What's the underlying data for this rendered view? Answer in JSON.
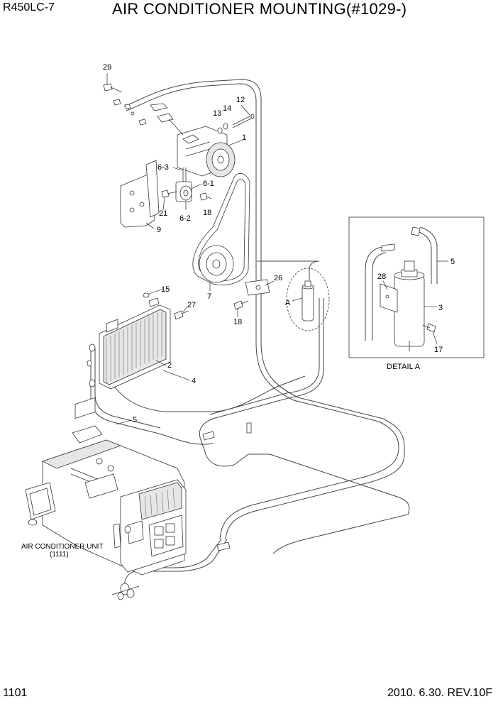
{
  "header": {
    "model": "R450LC-7",
    "title": "AIR CONDITIONER MOUNTING(#1029-)"
  },
  "footer": {
    "page": "1101",
    "revision": "2010. 6.30.  REV.10F"
  },
  "callouts": {
    "c29": "29",
    "c12": "12",
    "c13": "13",
    "c14": "14",
    "c1": "1",
    "c6_3": "6-3",
    "c6_1": "6-1",
    "c6_2": "6-2",
    "c18a": "18",
    "c21": "21",
    "c9": "9",
    "c7": "7",
    "c26": "26",
    "c18b": "18",
    "cA": "A",
    "c15": "15",
    "c27": "27",
    "c2": "2",
    "c4": "4",
    "c5a": "5",
    "c5b": "5",
    "c28": "28",
    "c3": "3",
    "c17": "17"
  },
  "detail_caption": "DETAIL A",
  "unit_caption": {
    "line1": "AIR CONDITIONER UNIT",
    "line2": "(1111)"
  }
}
